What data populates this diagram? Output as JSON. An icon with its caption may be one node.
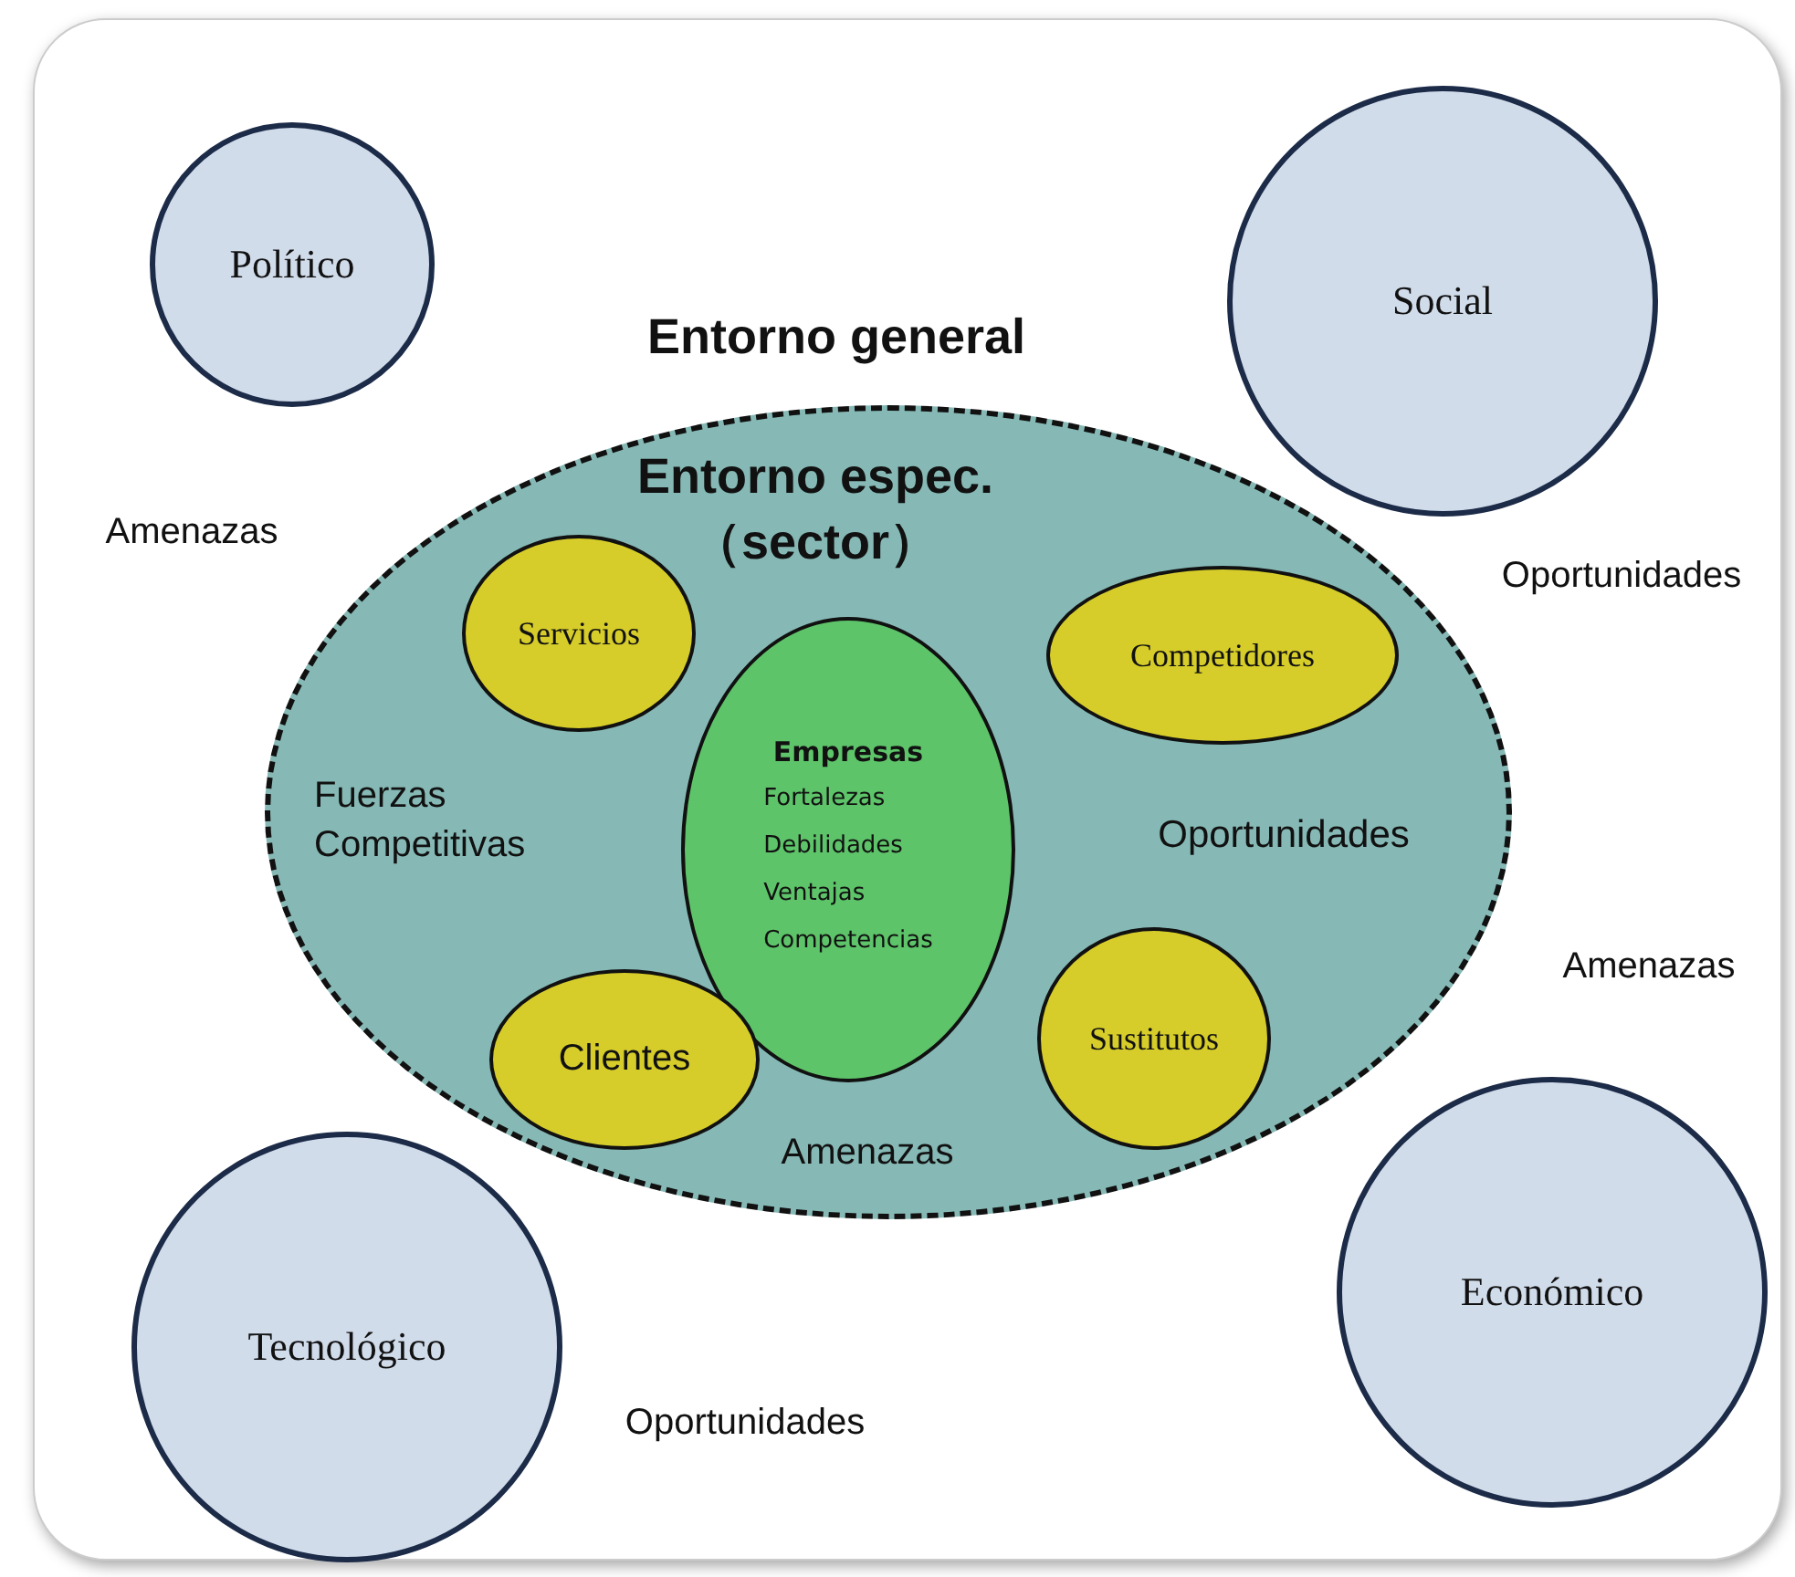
{
  "diagram": {
    "nodes": [
      {
        "text": [
          "Político"
        ]
      },
      {
        "text": [
          "Social"
        ]
      },
      {
        "text": [
          "Entorno espec. （sector）"
        ]
      },
      {
        "text": [
          "Servicios"
        ],
        "in": 2
      },
      {
        "text": [
          "Competidores"
        ],
        "in": 2
      },
      {
        "text": [
          "Empresas",
          "Fortalezas",
          "Debilidades",
          "Ventajas",
          "Competencias"
        ],
        "in": 2
      },
      {
        "text": [
          "Clientes"
        ],
        "in": 2
      },
      {
        "text": [
          "Sustitutos"
        ],
        "in": 2
      },
      {
        "text": [
          "Tecnológico"
        ]
      },
      {
        "text": [
          "Económico"
        ]
      }
    ],
    "labels": [
      "Entorno general",
      "Amenazas",
      "Oportunidades",
      "Fuerzas Competitivas",
      "Oportunidades",
      "Amenazas",
      "Amenazas",
      "Oportunidades"
    ]
  }
}
